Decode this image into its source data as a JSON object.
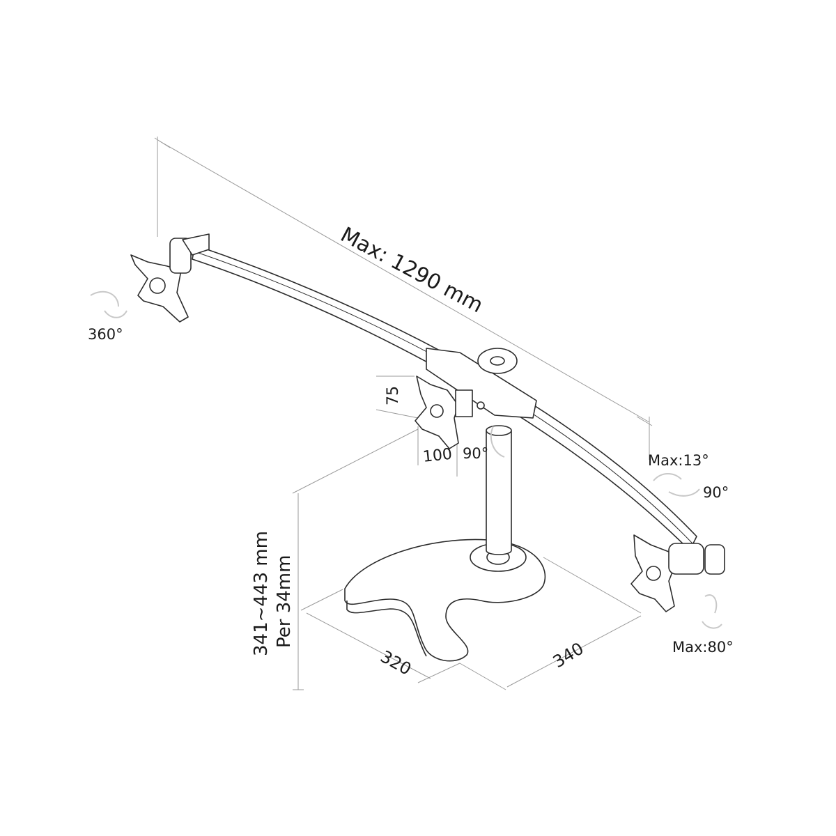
{
  "labels": {
    "max_length": "Max: 1290 mm",
    "rotation_360": "360°",
    "vesa_height": "75",
    "vesa_width": "100",
    "swivel_center": "90°",
    "tilt_up": "Max:13°",
    "swivel_right": "90°",
    "tilt_down": "Max:80°",
    "height_range": "341~443 mm",
    "height_step": "Per 34mm",
    "base_depth": "320",
    "base_width": "340"
  },
  "colors": {
    "line": "#2b2b2b",
    "dimension_line": "#9a9a9a",
    "arrow": "#c8c8c8",
    "text": "#1a1a1a"
  },
  "icons": {
    "rotation_arrow": "curved-arrow-icon"
  }
}
